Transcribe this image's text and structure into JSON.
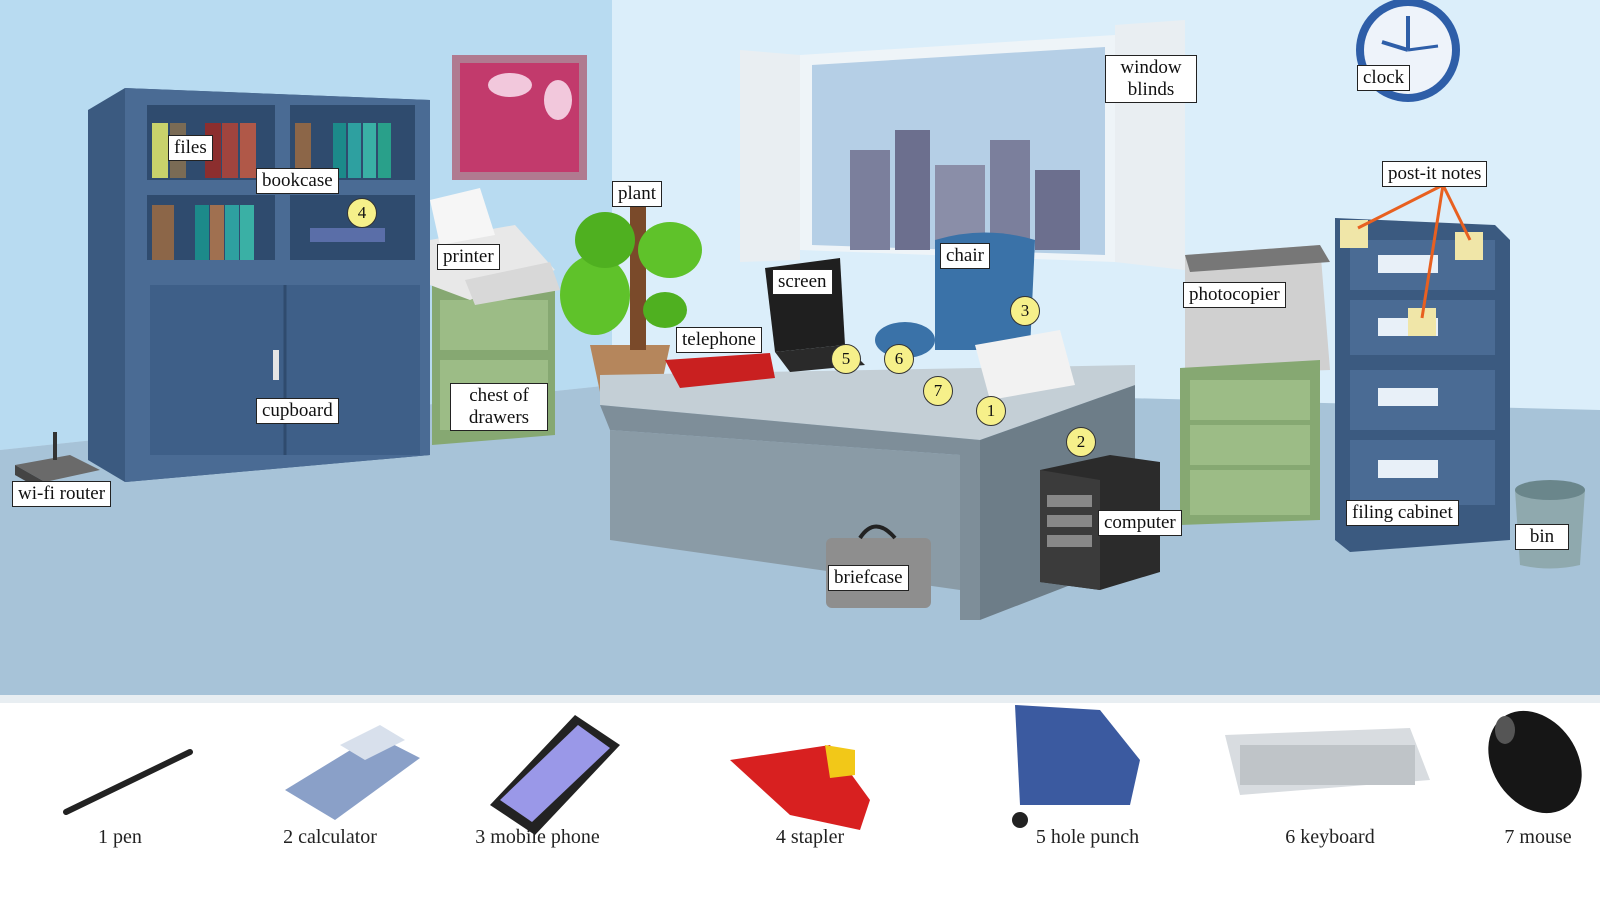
{
  "scene_labels": {
    "files": "files",
    "bookcase": "bookcase",
    "printer": "printer",
    "plant": "plant",
    "window_blinds_line1": "window",
    "window_blinds_line2": "blinds",
    "clock": "clock",
    "chair": "chair",
    "screen": "screen",
    "telephone": "telephone",
    "photocopier": "photocopier",
    "post_it_notes": "post-it notes",
    "cupboard": "cupboard",
    "chest_of_drawers_line1": "chest of",
    "chest_of_drawers_line2": "drawers",
    "wifi_router": "wi-fi router",
    "computer": "computer",
    "briefcase": "briefcase",
    "filing_cabinet": "filing cabinet",
    "bin": "bin"
  },
  "markers": {
    "pen": "1",
    "calculator": "2",
    "mobile_phone": "3",
    "stapler": "4",
    "hole_punch": "5",
    "keyboard": "6",
    "mouse": "7"
  },
  "legend": [
    {
      "num": "1",
      "name": "pen",
      "icon": "pen-icon"
    },
    {
      "num": "2",
      "name": "calculator",
      "icon": "calculator-icon"
    },
    {
      "num": "3",
      "name": "mobile phone",
      "icon": "mobile-phone-icon"
    },
    {
      "num": "4",
      "name": "stapler",
      "icon": "stapler-icon"
    },
    {
      "num": "5",
      "name": "hole punch",
      "icon": "hole-punch-icon"
    },
    {
      "num": "6",
      "name": "keyboard",
      "icon": "keyboard-icon"
    },
    {
      "num": "7",
      "name": "mouse",
      "icon": "mouse-icon"
    }
  ],
  "colors": {
    "wall": "#cfe6f5",
    "wall_left": "#b9dcf2",
    "floor": "#a9c4d9",
    "cabinet_blue": "#3f5f86",
    "drawer_green": "#8fb07a",
    "desk_grey": "#7f8f9a",
    "marker_yellow": "#f6f08a"
  }
}
